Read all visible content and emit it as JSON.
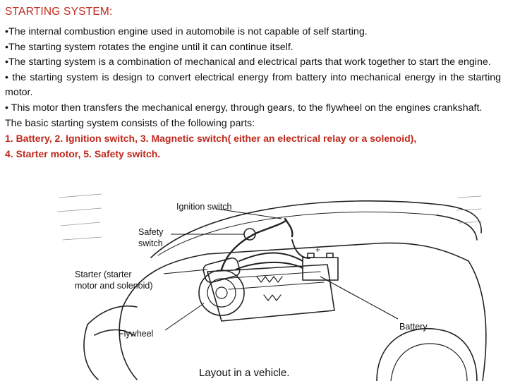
{
  "title": "STARTING SYSTEM:",
  "bullets": [
    "•The internal combustion engine used in automobile is not capable of self starting.",
    "•The starting system rotates the engine until it can continue itself.",
    "•The starting system is a combination of mechanical and electrical parts that work together to start the engine.",
    "• the starting system is design to convert electrical energy from battery into mechanical energy in the starting motor.",
    "• This motor then transfers the mechanical energy, through gears, to the flywheel on the engines crankshaft."
  ],
  "intro": "The basic starting system consists of the following parts:",
  "parts_line1": "1. Battery, 2. Ignition switch, 3. Magnetic switch( either an electrical relay or a solenoid),",
  "parts_line2": "4. Starter motor, 5. Safety switch.",
  "figure": {
    "labels": {
      "ignition_switch": "Ignition switch",
      "safety_switch_1": "Safety",
      "safety_switch_2": "switch",
      "starter_1": "Starter (starter",
      "starter_2": "motor and solenoid)",
      "flywheel": "Flywheel",
      "battery": "Battery"
    },
    "caption": "Layout in a vehicle."
  },
  "colors": {
    "accent": "#c0281c",
    "text": "#111111"
  }
}
